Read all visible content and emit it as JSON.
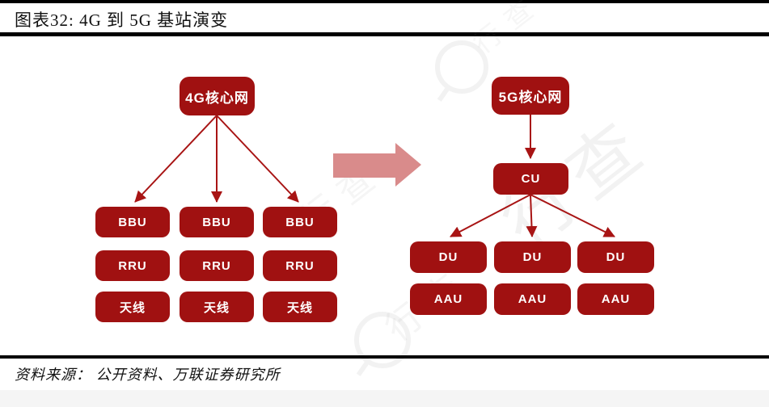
{
  "figure": {
    "title": "图表32: 4G 到 5G 基站演变",
    "source": "资料来源： 公开资料、万联证券研究所"
  },
  "colors": {
    "node_fill": "#A01111",
    "connector": "#A81414",
    "transition_arrow": "#D98B8B",
    "rule": "#000000",
    "footer_strip": "#F5F5F5",
    "watermark": "#8A8A8A"
  },
  "diagram": {
    "left": {
      "root": "4G核心网",
      "row1": [
        "BBU",
        "BBU",
        "BBU"
      ],
      "row2": [
        "RRU",
        "RRU",
        "RRU"
      ],
      "row3": [
        "天线",
        "天线",
        "天线"
      ]
    },
    "right": {
      "root": "5G核心网",
      "mid": "CU",
      "row1": [
        "DU",
        "DU",
        "DU"
      ],
      "row2": [
        "AAU",
        "AAU",
        "AAU"
      ]
    }
  },
  "watermark": {
    "text": "行查"
  }
}
